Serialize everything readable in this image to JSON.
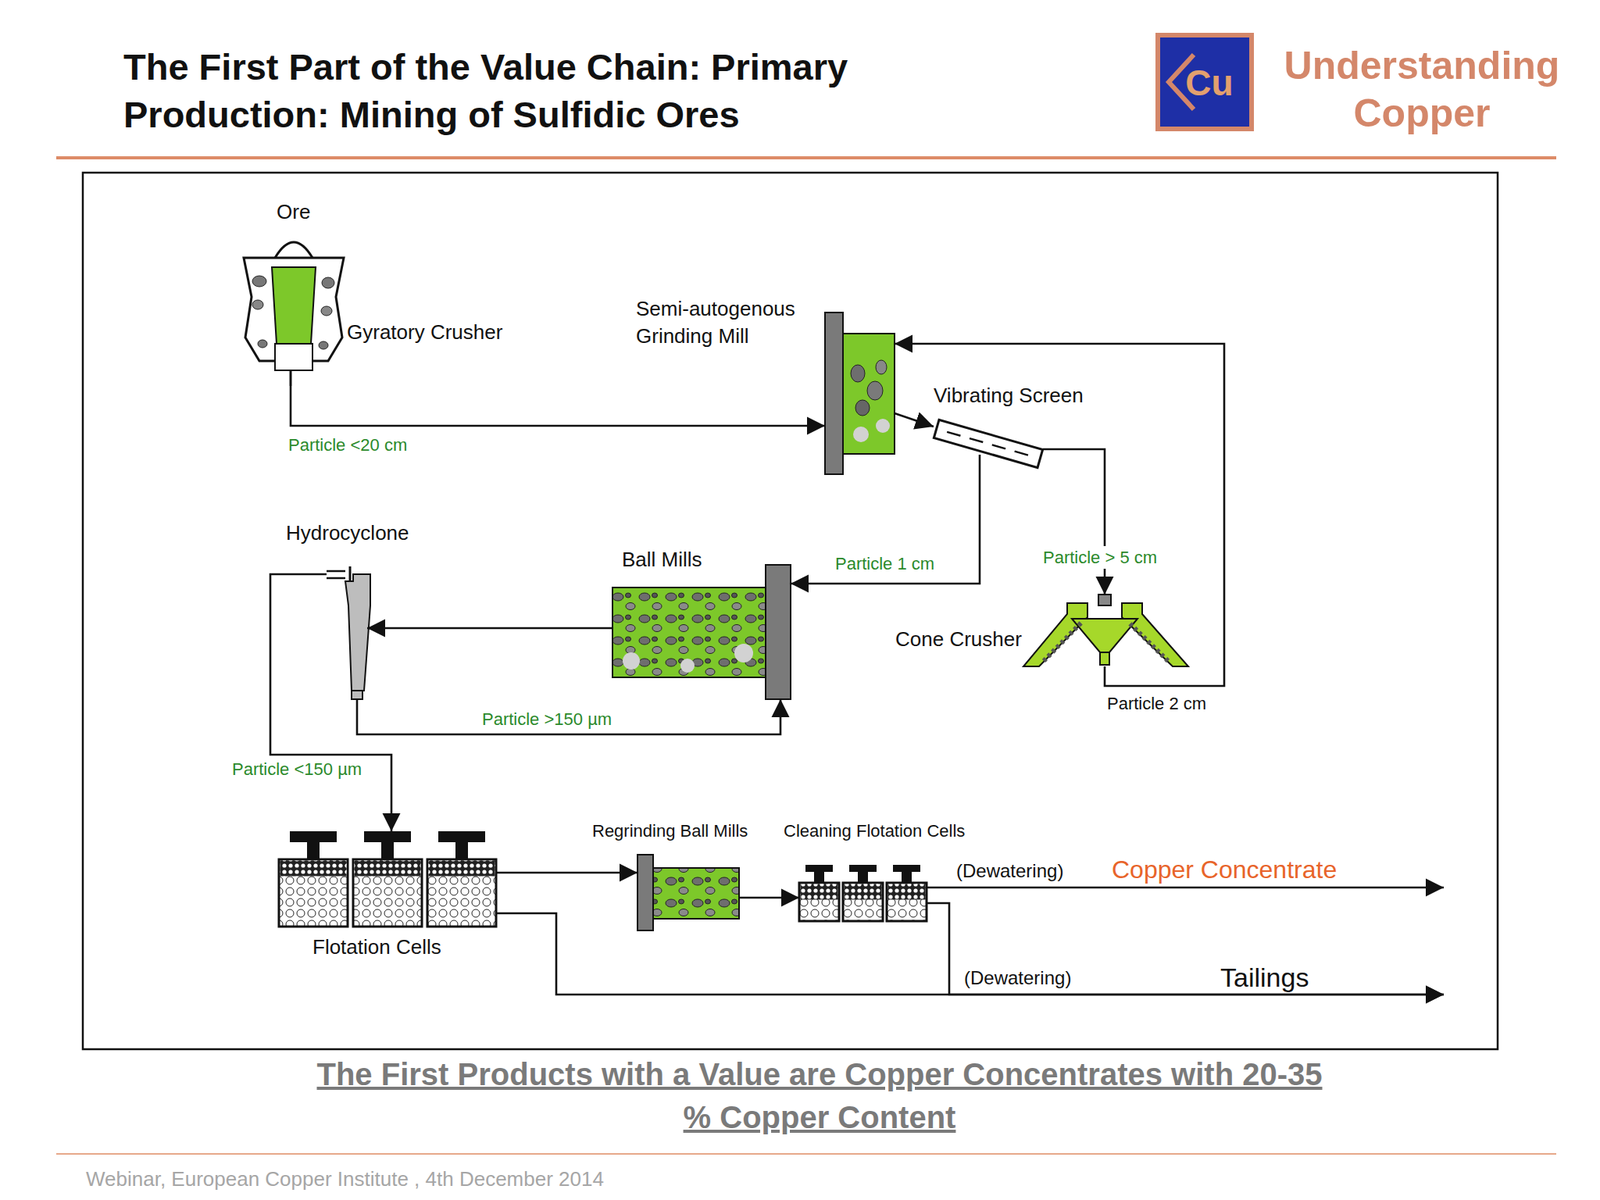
{
  "diagram": {
    "title": "The First Part of the Value Chain: Primary Production: Mining of Sulfidic Ores",
    "caption": "The First Products with a Value are Copper Concentrates with 20-35 % Copper Content",
    "nodes": [
      {
        "text": [
          "Ore",
          "Gyratory Crusher"
        ]
      },
      {
        "text": [
          "Semi-autogenous Grinding Mill"
        ]
      },
      {
        "text": [
          "Vibrating Screen"
        ]
      },
      {
        "text": [
          "Cone Crusher"
        ]
      },
      {
        "text": [
          "Ball Mills"
        ]
      },
      {
        "text": [
          "Hydrocyclone"
        ]
      },
      {
        "text": [
          "Flotation Cells"
        ]
      },
      {
        "text": [
          "Regrinding Ball Mills"
        ]
      },
      {
        "text": [
          "Cleaning Flotation Cells"
        ]
      },
      {
        "text": [
          "Copper Concentrate"
        ]
      },
      {
        "text": [
          "Tailings"
        ]
      }
    ],
    "edges": [
      {
        "from": 0,
        "to": 1,
        "label": "Particle <20 cm",
        "arrow": "to"
      },
      {
        "from": 1,
        "to": 2,
        "arrow": "to"
      },
      {
        "from": 2,
        "to": 3,
        "label": "Particle > 5 cm",
        "arrow": "to"
      },
      {
        "from": 3,
        "to": 1,
        "label": "Particle 2 cm",
        "arrow": "to"
      },
      {
        "from": 2,
        "to": 4,
        "label": "Particle 1 cm",
        "arrow": "to"
      },
      {
        "from": 4,
        "to": 5,
        "arrow": "to"
      },
      {
        "from": 5,
        "to": 4,
        "label": "Particle >150 µm",
        "arrow": "to"
      },
      {
        "from": 5,
        "to": 6,
        "label": "Particle <150 µm",
        "arrow": "to"
      },
      {
        "from": 6,
        "to": 7,
        "arrow": "to"
      },
      {
        "from": 7,
        "to": 8,
        "arrow": "to"
      },
      {
        "from": 8,
        "to": 9,
        "label": "(Dewatering)",
        "arrow": "to"
      },
      {
        "from": 8,
        "to": 10,
        "label": "(Dewatering)",
        "arrow": "to"
      },
      {
        "from": 6,
        "to": 10,
        "arrow": "to"
      }
    ],
    "labels": [
      "Cu",
      "Understanding Copper",
      "Webinar, European Copper Institute , 4th December 2014"
    ]
  }
}
